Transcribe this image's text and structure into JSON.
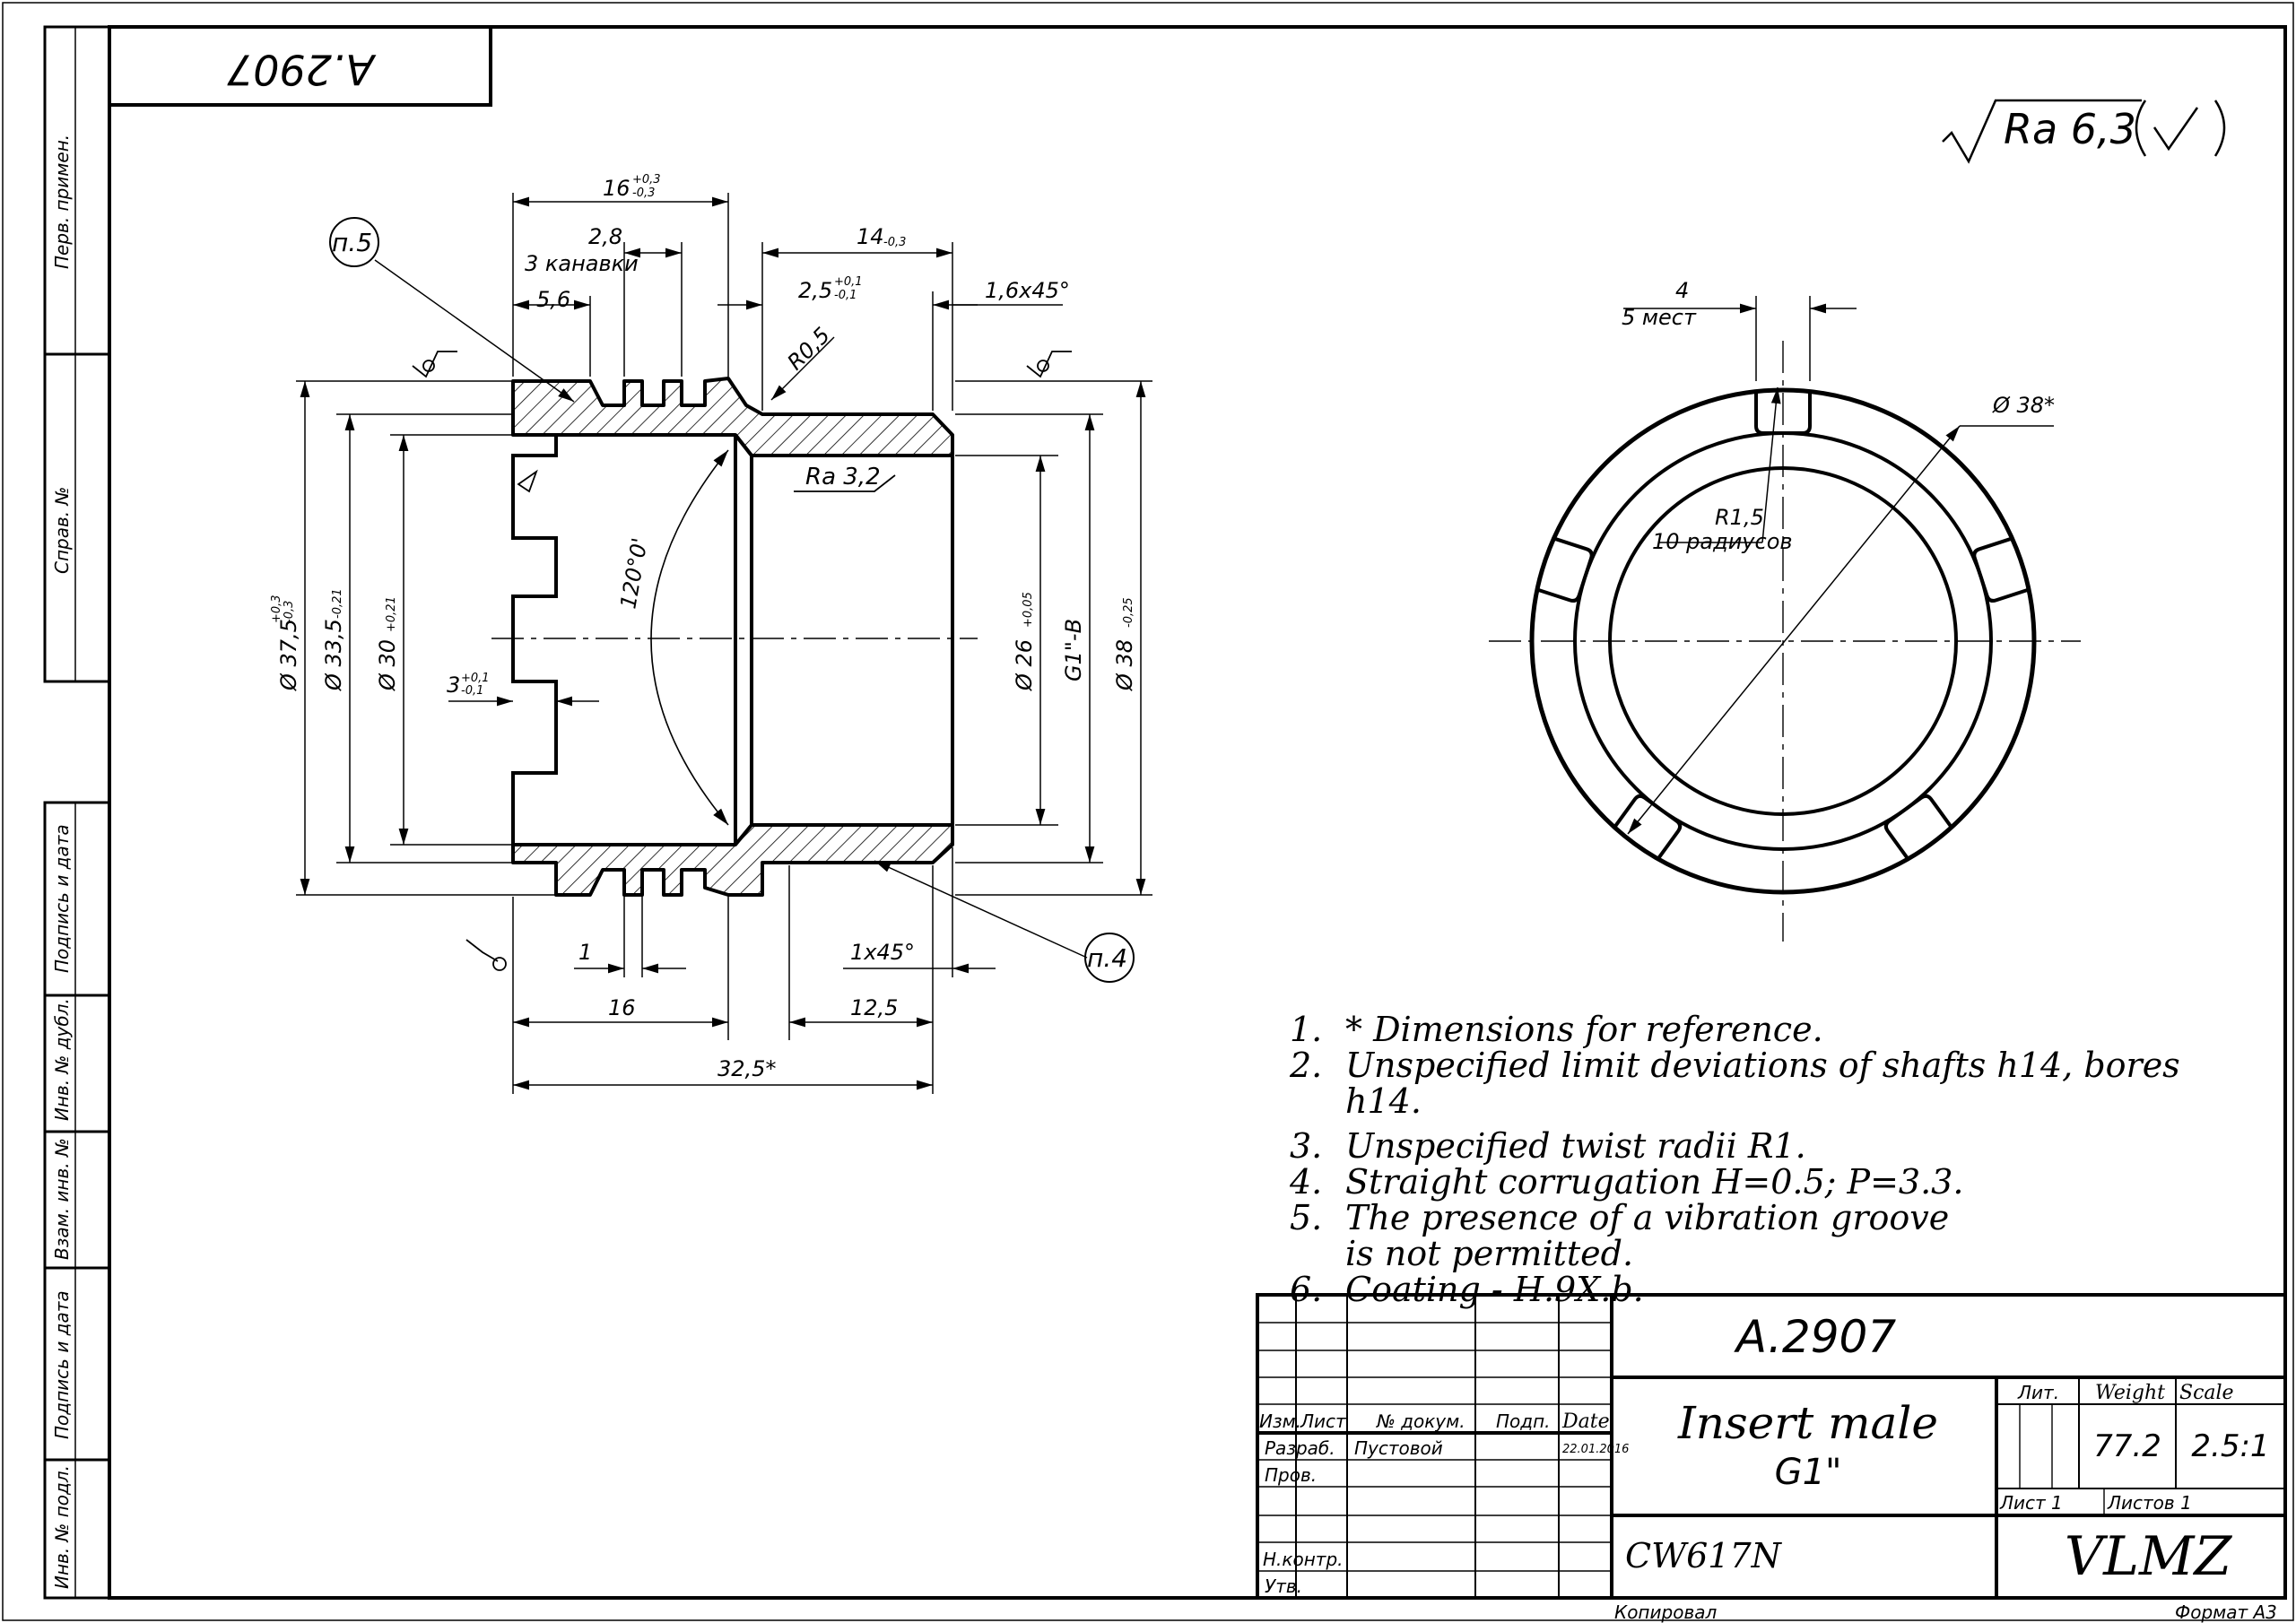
{
  "drawing_number": "A.2907",
  "surface_roughness": {
    "general": "Ra 6,3",
    "bore": "Ra 3,2"
  },
  "callouts": [
    "п.5",
    "п.4"
  ],
  "dimensions": {
    "top_overall": "16",
    "top_overall_tol_upper": "+0,3",
    "top_overall_tol_lower": "-0,3",
    "groove_width": "2,8",
    "groove_count": "3 канавки",
    "groove_offset": "5,6",
    "thread_length": "14",
    "thread_length_tol": "-0,3",
    "undercut": "2,5",
    "undercut_tol_upper": "+0,1",
    "undercut_tol_lower": "-0,1",
    "chamfer_top": "1,6x45°",
    "radius": "R0,5",
    "cone_angle": "120°0'",
    "d_37_5": "Ø 37,5",
    "d_37_5_tol_upper": "+0,3",
    "d_37_5_tol_lower": "-0,3",
    "d_33_5": "Ø 33,5",
    "d_33_5_tol": "-0,21",
    "d_30": "Ø 30",
    "d_30_tol": "+0,21",
    "slot": "3",
    "slot_tol_upper": "+0,1",
    "slot_tol_lower": "-0,1",
    "d_26": "Ø 26",
    "d_26_tol": "+0,05",
    "thread": "G1\"-B",
    "d_38": "Ø 38",
    "d_38_tol": "-0,25",
    "rib_width": "1",
    "chamfer_bottom": "1x45°",
    "bottom_left": "16",
    "bottom_right": "12,5",
    "overall": "32,5*",
    "end_slot_width": "4",
    "end_slot_count": "5 мест",
    "end_diameter": "Ø 38*",
    "end_radius": "R1,5",
    "end_radius_count": "10 радиусов"
  },
  "notes": [
    {
      "num": "1.",
      "text": "* Dimensions for reference."
    },
    {
      "num": "2.",
      "text": "Unspecified limit deviations of shafts h14, bores h14."
    },
    {
      "num": "3.",
      "text": "Unspecified twist radii R1."
    },
    {
      "num": "4.",
      "text": "Straight corrugation H=0.5; P=3.3."
    },
    {
      "num": "5.",
      "text": "The presence of a vibration groove is not permitted."
    },
    {
      "num": "6.",
      "text": "Coating - H.9X.b."
    }
  ],
  "title_block": {
    "doc_number": "A.2907",
    "part_name_line1": "Insert male",
    "part_name_line2": "G1\"",
    "col_izm": "Изм.",
    "col_list": "Лист",
    "col_doc": "№ докум.",
    "col_sign": "Подп.",
    "col_date": "Date",
    "row_razrab": "Разраб.",
    "razrab_name": "Пустовой",
    "razrab_date": "22.01.2016",
    "row_prov": "Пров.",
    "row_nkontr": "Н.контр.",
    "row_utv": "Утв.",
    "lit_label": "Лит.",
    "weight_label": "Weight",
    "scale_label": "Scale",
    "weight": "77.2",
    "scale": "2.5:1",
    "sheet": "Лист 1",
    "sheets": "Листов 1",
    "material": "CW617N",
    "company": "VLMZ"
  },
  "side_strip": [
    "Перв. примен.",
    "Справ. №",
    "Подпись и дата",
    "Инв. № дубл.",
    "Взам. инв. №",
    "Подпись и дата",
    "Инв. № подл."
  ],
  "footer": {
    "copied": "Копировал",
    "format": "Формат А3"
  }
}
